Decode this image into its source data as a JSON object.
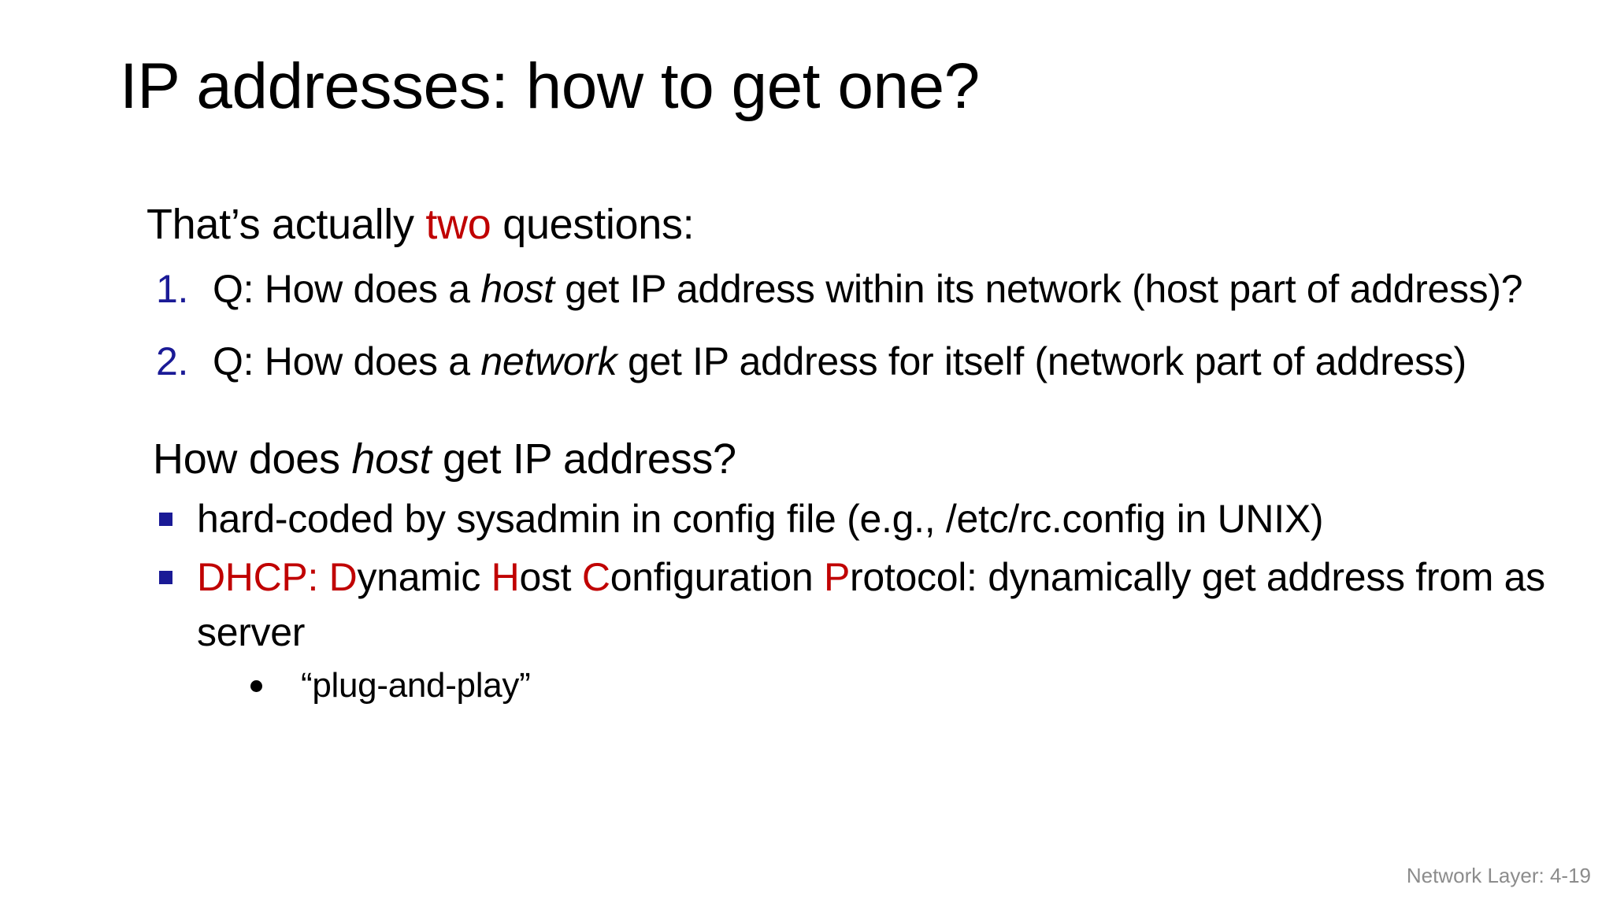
{
  "slide": {
    "title": "IP addresses: how to get one?",
    "lead": {
      "pre": "That’s actually ",
      "highlight": "two",
      "post": " questions:"
    },
    "numbered_items": [
      {
        "marker": "1.",
        "pre": "Q: How does a ",
        "emphasis": "host",
        "post": " get IP address within its network (host part of address)?"
      },
      {
        "marker": "2.",
        "pre": "Q: How does a ",
        "emphasis": "network",
        "post": " get IP address for itself (network part of address)"
      }
    ],
    "sub_heading": {
      "pre": "How does ",
      "emphasis": "host",
      "post": " get IP address?"
    },
    "bullets": [
      {
        "bullet_icon": "square-bullet-icon",
        "text": "hard-coded by sysadmin in config file (e.g., /etc/rc.config in UNIX)"
      },
      {
        "bullet_icon": "square-bullet-icon",
        "runs": [
          {
            "text": "DHCP: ",
            "color": "red"
          },
          {
            "text": "D",
            "color": "red"
          },
          {
            "text": "ynamic ",
            "color": "black"
          },
          {
            "text": "H",
            "color": "red"
          },
          {
            "text": "ost ",
            "color": "black"
          },
          {
            "text": "C",
            "color": "red"
          },
          {
            "text": "onfiguration ",
            "color": "black"
          },
          {
            "text": "P",
            "color": "red"
          },
          {
            "text": "rotocol: dynamically get address from as server",
            "color": "black"
          }
        ],
        "sub_bullets": [
          {
            "bullet_icon": "round-bullet-icon",
            "text": "“plug-and-play”"
          }
        ]
      }
    ],
    "footer": "Network Layer: 4-19",
    "colors": {
      "accent_red": "#C00000",
      "accent_blue": "#1A1A96",
      "footer_gray": "#8C8C8C",
      "background": "#FFFFFF",
      "text": "#000000"
    }
  }
}
